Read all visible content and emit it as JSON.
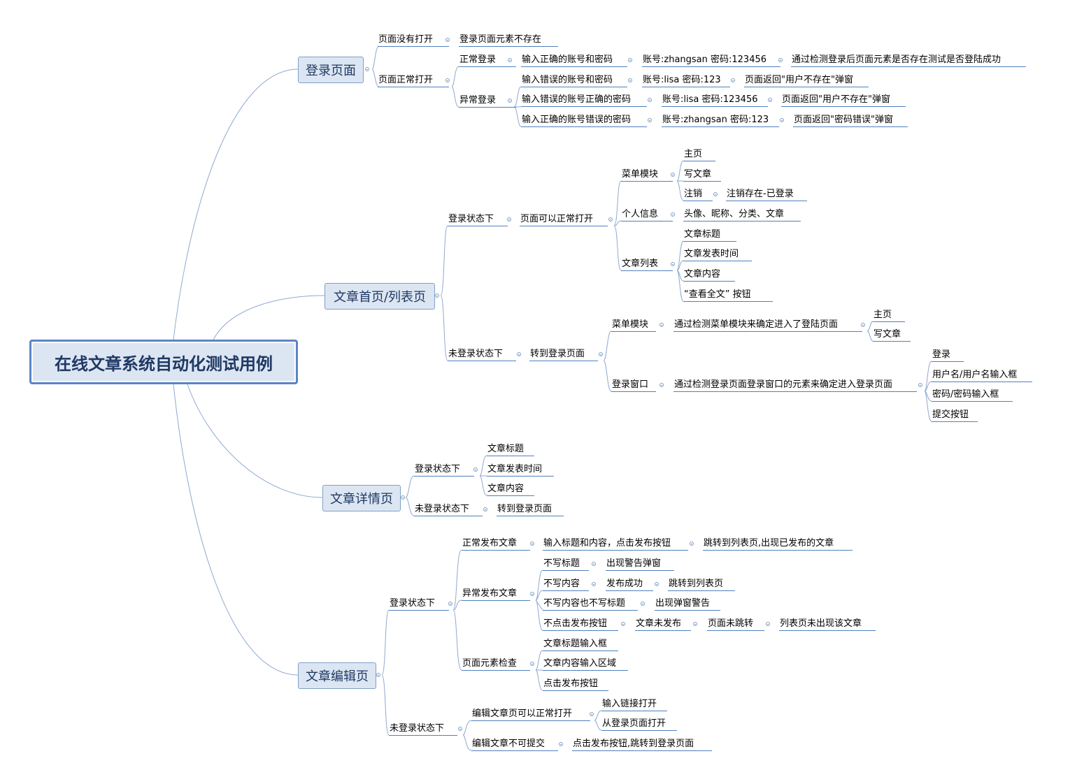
{
  "root": "在线文章系统自动化测试用例",
  "branches": {
    "login": {
      "label": "登录页面",
      "not_open": {
        "label": "页面没有打开",
        "result": "登录页面元素不存在"
      },
      "open": {
        "label": "页面正常打开",
        "normal": {
          "label": "正常登录",
          "input": "输入正确的账号和密码",
          "cred": "账号:zhangsan 密码:123456",
          "result": "通过检测登录后页面元素是否存在测试是否登陆成功"
        },
        "abnormal": {
          "label": "异常登录",
          "cases": [
            {
              "input": "输入错误的账号和密码",
              "cred": "账号:lisa 密码:123",
              "result": "页面返回\"用户不存在\"弹窗"
            },
            {
              "input": "输入错误的账号正确的密码",
              "cred": "账号:lisa 密码:123456",
              "result": "页面返回\"用户不存在\"弹窗"
            },
            {
              "input": "输入正确的账号错误的密码",
              "cred": "账号:zhangsan 密码:123",
              "result": "页面返回\"密码错误\"弹窗"
            }
          ]
        }
      }
    },
    "list": {
      "label": "文章首页/列表页",
      "logged_in": {
        "label": "登录状态下",
        "page": "页面可以正常打开",
        "menu": {
          "label": "菜单模块",
          "items": [
            "主页",
            "写文章",
            "注销"
          ],
          "logout_result": "注销存在-已登录"
        },
        "profile": {
          "label": "个人信息",
          "items": "头像、昵称、分类、文章"
        },
        "articles": {
          "label": "文章列表",
          "items": [
            "文章标题",
            "文章发表时间",
            "文章内容",
            "“查看全文” 按钮"
          ]
        }
      },
      "logged_out": {
        "label": "未登录状态下",
        "redirect": "转到登录页面",
        "menu": {
          "label": "菜单模块",
          "check": "通过检测菜单模块来确定进入了登陆页面",
          "items": [
            "主页",
            "写文章"
          ]
        },
        "login_win": {
          "label": "登录窗口",
          "check": "通过检测登录页面登录窗口的元素来确定进入登录页面",
          "items": [
            "登录",
            "用户名/用户名输入框",
            "密码/密码输入框",
            "提交按钮"
          ]
        }
      }
    },
    "detail": {
      "label": "文章详情页",
      "logged_in": {
        "label": "登录状态下",
        "items": [
          "文章标题",
          "文章发表时间",
          "文章内容"
        ]
      },
      "logged_out": {
        "label": "未登录状态下",
        "result": "转到登录页面"
      }
    },
    "edit": {
      "label": "文章编辑页",
      "logged_in": {
        "label": "登录状态下",
        "normal": {
          "label": "正常发布文章",
          "action": "输入标题和内容，点击发布按钮",
          "result": "跳转到列表页,出现已发布的文章"
        },
        "abnormal": {
          "label": "异常发布文章",
          "no_title": {
            "label": "不写标题",
            "result": "出现警告弹窗"
          },
          "no_content": {
            "label": "不写内容",
            "result": "发布成功",
            "next": "跳转到列表页"
          },
          "neither": {
            "label": "不写内容也不写标题",
            "result": "出现弹窗警告"
          },
          "no_click": {
            "label": "不点击发布按钮",
            "r1": "文章未发布",
            "r2": "页面未跳转",
            "r3": "列表页未出现该文章"
          }
        },
        "elements": {
          "label": "页面元素检查",
          "items": [
            "文章标题输入框",
            "文章内容输入区域",
            "点击发布按钮"
          ]
        }
      },
      "logged_out": {
        "label": "未登录状态下",
        "open": {
          "label": "编辑文章页可以正常打开",
          "items": [
            "输入链接打开",
            "从登录页面打开"
          ]
        },
        "submit": {
          "label": "编辑文章不可提交",
          "result": "点击发布按钮,跳转到登录页面"
        }
      }
    }
  }
}
